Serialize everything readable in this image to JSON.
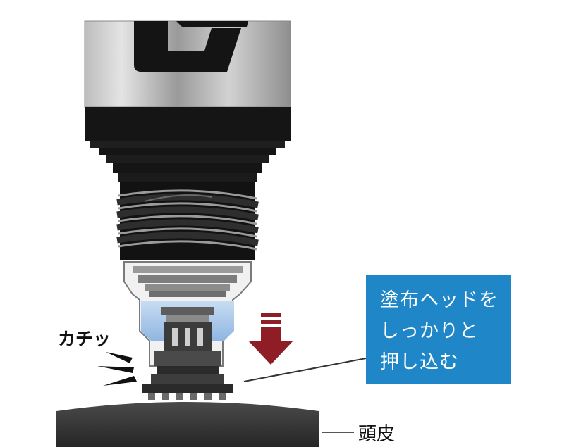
{
  "callout": {
    "lines": [
      "塗布ヘッドを",
      "しっかりと",
      "押し込む"
    ],
    "box_color": "#1f86c8"
  },
  "labels": {
    "sound_effect": "カチッ",
    "scalp": "頭皮"
  },
  "colors": {
    "arrow": "#8e1d26",
    "ink": "#111111",
    "liquid": "#a9c9ea",
    "scalp": "#3b3b3b"
  }
}
